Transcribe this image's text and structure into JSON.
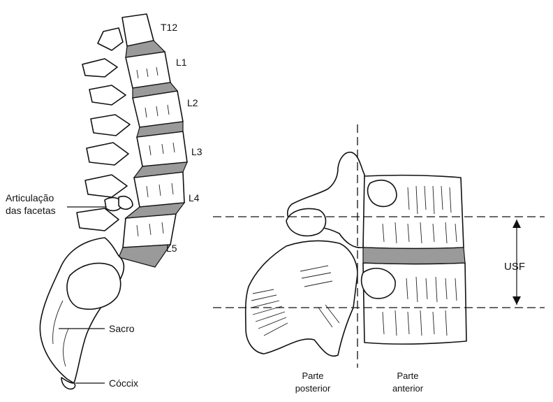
{
  "spine_labels": {
    "t12": "T12",
    "l1": "L1",
    "l2": "L2",
    "l3": "L3",
    "l4": "L4",
    "l5": "L5",
    "facet_line1": "Articulação",
    "facet_line2": "das facetas",
    "sacrum": "Sacro",
    "coccyx": "Cóccix"
  },
  "segment_labels": {
    "usf": "USF",
    "posterior_line1": "Parte",
    "posterior_line2": "posterior",
    "anterior_line1": "Parte",
    "anterior_line2": "anterior"
  },
  "colors": {
    "disc": "#9a9a9a",
    "ink": "#111111",
    "background": "#ffffff"
  }
}
